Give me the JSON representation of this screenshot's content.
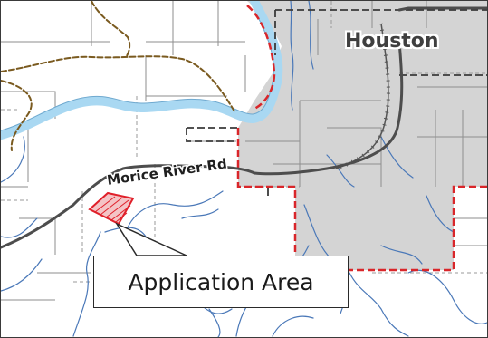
{
  "map": {
    "place_label": "Houston",
    "road_label": "Morice River Rd",
    "callout_label": "Application Area"
  },
  "colors": {
    "urban_fill": "#d4d4d4",
    "river": "#a9d8f2",
    "stream": "#4a78b8",
    "boundary": "#d9262a",
    "trail": "#7a5a1f",
    "road": "#4d4d4d",
    "application_area": "#e0202a"
  }
}
